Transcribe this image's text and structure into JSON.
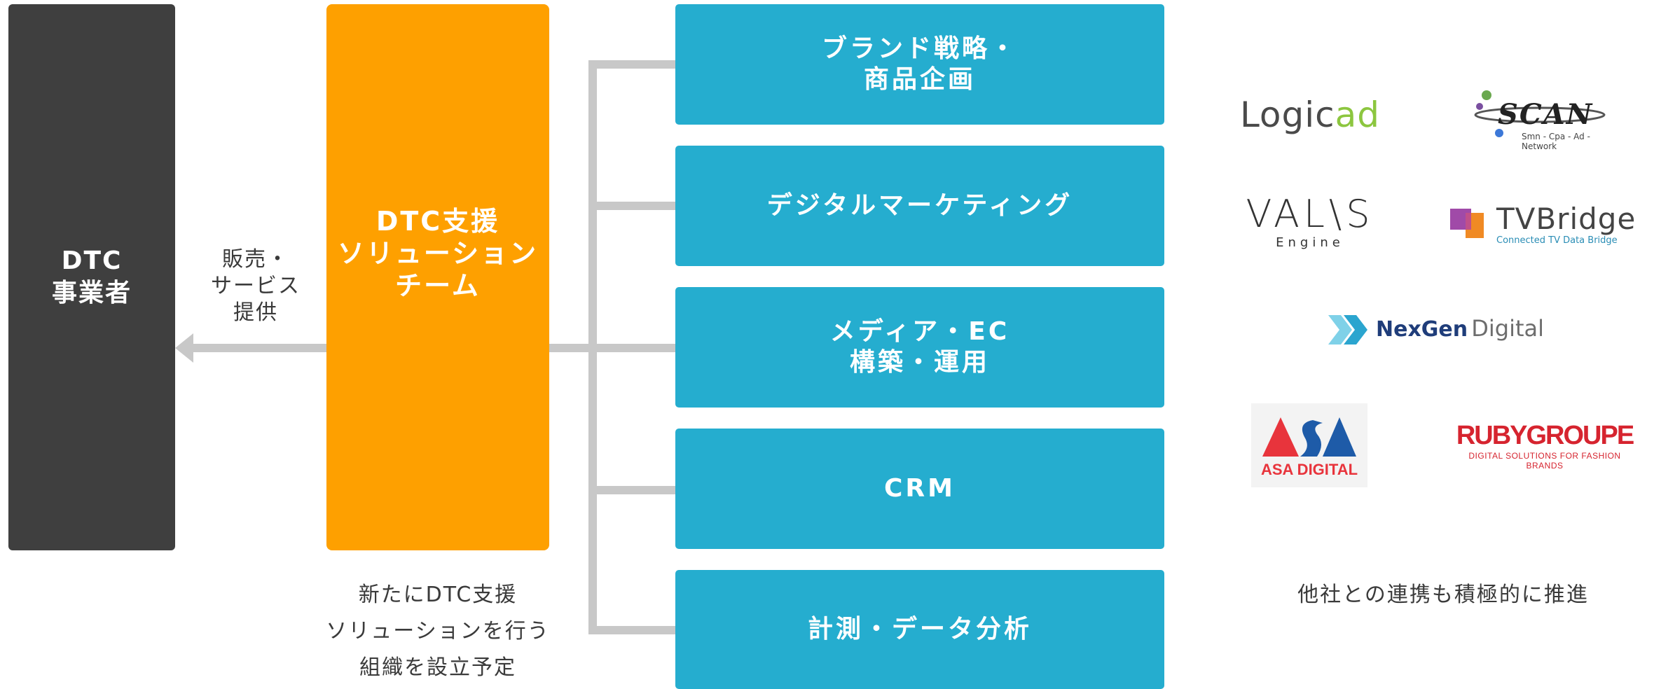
{
  "dtc_operator": {
    "label": "DTC\n事業者"
  },
  "support_team": {
    "label": "DTC支援\nソリューション\nチーム"
  },
  "arrow": {
    "label": "販売・\nサービス\n提供"
  },
  "team_note": "新たにDTC支援\nソリューションを行う\n組織を設立予定",
  "services": [
    {
      "label": "ブランド戦略・\n商品企画"
    },
    {
      "label": "デジタルマーケティング"
    },
    {
      "label": "メディア・EC\n構築・運用"
    },
    {
      "label": "CRM"
    },
    {
      "label": "計測・データ分析"
    }
  ],
  "partners": {
    "logicad": {
      "text_a": "Logic",
      "text_b": "ad"
    },
    "scan": {
      "text": "SCAN",
      "sub": "Smn - Cpa - Ad - Network"
    },
    "valis": {
      "text": "VAL\\S",
      "sub": "Engine"
    },
    "tvbridge": {
      "text": "TVBridge",
      "sub": "Connected TV Data Bridge"
    },
    "nexgen": {
      "text_a": "NexGen",
      "text_b": "Digital"
    },
    "asa": {
      "text": "ASA DIGITAL"
    },
    "ruby": {
      "text": "RUBYGROUPE",
      "sub": "DIGITAL SOLUTIONS FOR FASHION BRANDS"
    },
    "note": "他社との連携も積極的に推進"
  },
  "colors": {
    "dark": "#3f3f3f",
    "orange": "#fea000",
    "blue": "#25adcf",
    "connector": "#c8c8c8"
  }
}
